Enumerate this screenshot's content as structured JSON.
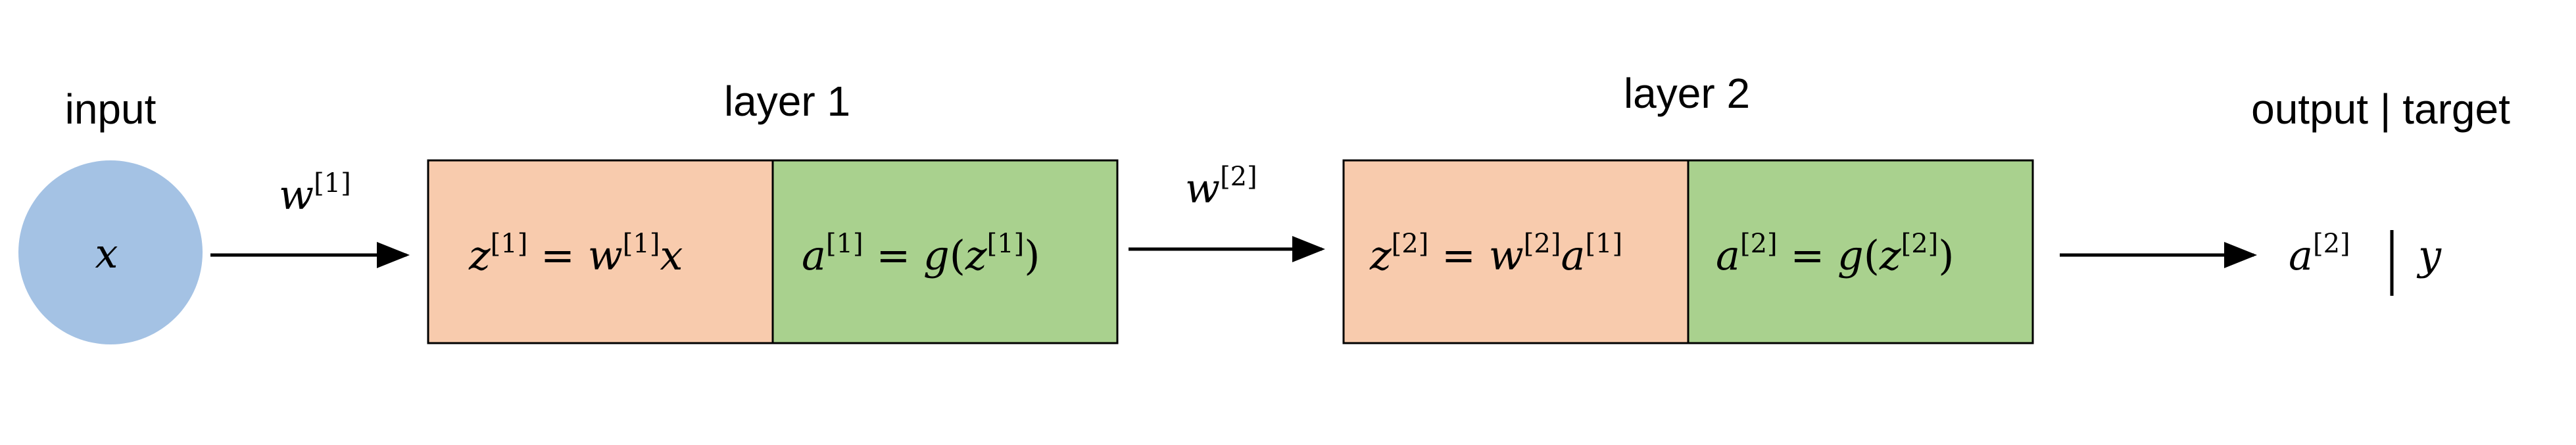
{
  "input": {
    "label": "input",
    "symbol": "x",
    "color": "#a4c2e4"
  },
  "edge1": {
    "weight": "w",
    "weight_sup": "[1]"
  },
  "layer1": {
    "label": "layer 1",
    "linear": {
      "z": "z",
      "z_sup": "[1]",
      "eq": " = ",
      "w": "w",
      "w_sup": "[1]",
      "x": "x"
    },
    "activation": {
      "a": "a",
      "a_sup": "[1]",
      "eq": " = ",
      "g": "g",
      "open": "(",
      "z": "z",
      "z_sup": "[1]",
      "close": ")"
    }
  },
  "edge2": {
    "weight": "w",
    "weight_sup": "[2]"
  },
  "layer2": {
    "label": "layer 2",
    "linear": {
      "z": "z",
      "z_sup": "[2]",
      "eq": " = ",
      "w": "w",
      "w_sup": "[2]",
      "a": "a",
      "a_sup": "[1]"
    },
    "activation": {
      "a": "a",
      "a_sup": "[2]",
      "eq": " = ",
      "g": "g",
      "open": "(",
      "z": "z",
      "z_sup": "[2]",
      "close": ")"
    }
  },
  "output": {
    "label": "output | target",
    "prediction": "a",
    "prediction_sup": "[2]",
    "target": "y"
  },
  "colors": {
    "linear_fill": "#f8cbad",
    "activation_fill": "#a9d18e",
    "stroke": "#000000"
  }
}
